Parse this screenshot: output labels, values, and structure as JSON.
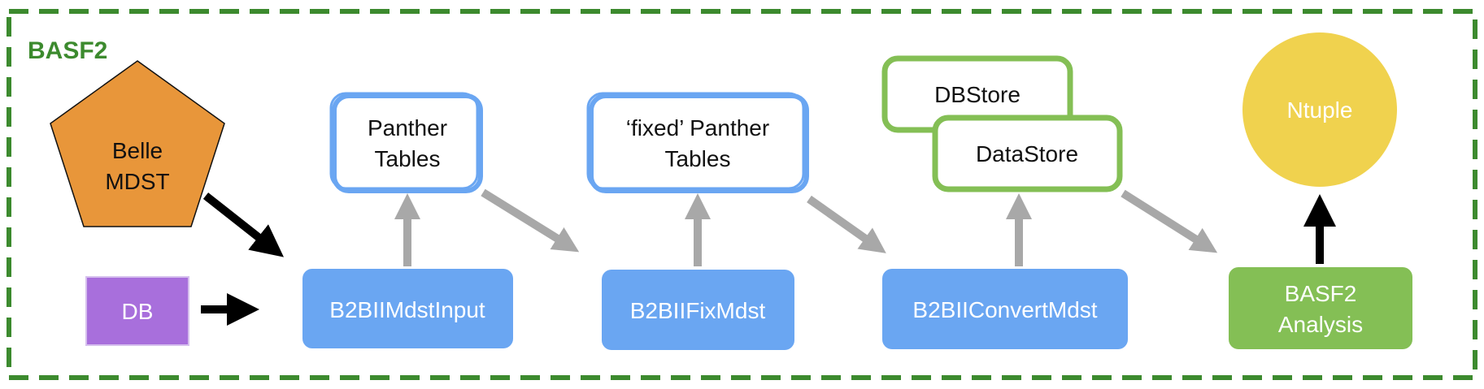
{
  "frame": {
    "label": "BASF2"
  },
  "nodes": {
    "belle_mdst": {
      "line1": "Belle",
      "line2": "MDST"
    },
    "db": {
      "label": "DB"
    },
    "mdst_input": {
      "label": "B2BIIMdstInput"
    },
    "fix_mdst": {
      "label": "B2BIIFixMdst"
    },
    "convert_mdst": {
      "label": "B2BIIConvertMdst"
    },
    "analysis": {
      "line1": "BASF2",
      "line2": "Analysis"
    },
    "panther_tables": {
      "line1": "Panther",
      "line2": "Tables"
    },
    "fixed_panther_tables": {
      "line1": "‘fixed’ Panther",
      "line2": "Tables"
    },
    "dbstore": {
      "label": "DBStore"
    },
    "datastore": {
      "label": "DataStore"
    },
    "ntuple": {
      "label": "Ntuple"
    }
  },
  "colors": {
    "frame_green": "#3c8a2e",
    "pentagon_orange": "#e8963a",
    "db_purple": "#a86fdc",
    "module_blue": "#6aa6f2",
    "analysis_green": "#84bf55",
    "storage_green": "#84bf55",
    "ntuple_yellow": "#f0d24e",
    "arrow_black": "#000000",
    "arrow_gray": "#a8a8a8"
  }
}
